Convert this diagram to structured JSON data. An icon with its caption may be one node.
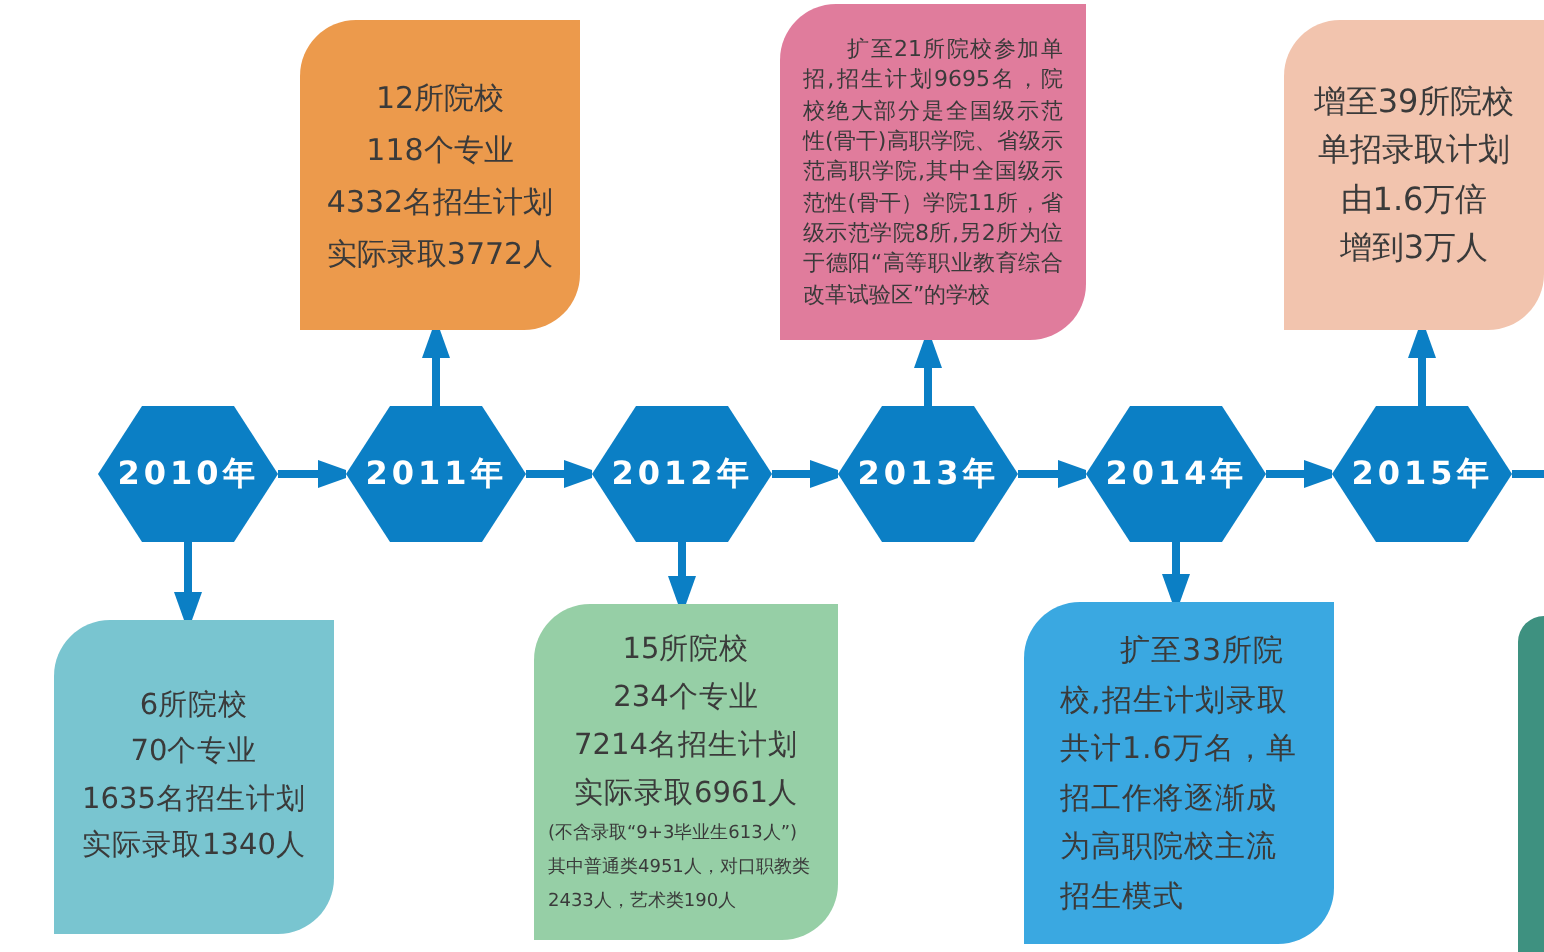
{
  "diagram": {
    "nodes": [
      {
        "text": [
          "2010年"
        ]
      },
      {
        "text": [
          "6所院校",
          "70个专业",
          "1635名招生计划",
          "实际录取1340人"
        ]
      },
      {
        "text": [
          "2011年"
        ]
      },
      {
        "text": [
          "12所院校",
          "118个专业",
          "4332名招生计划",
          "实际录取3772人"
        ]
      },
      {
        "text": [
          "2012年"
        ]
      },
      {
        "text": [
          "15所院校",
          "234个专业",
          "7214名招生计划",
          "实际录取6961人",
          "(不含录取“9+3毕业生613人”)",
          "其中普通类4951人，对口职教类2433人，艺术类190人"
        ]
      },
      {
        "text": [
          "2013年"
        ]
      },
      {
        "text": [
          "扩至21所院校参加单招,招生计划9695名，院校绝大部分是全国级示范性(骨干)高职学院、省级示范高职学院,其中全国级示范性(骨干）学院11所，省级示范学院8所,另2所为位于德阳“高等职业教育综合改革试验区”的学校"
        ]
      },
      {
        "text": [
          "2014年"
        ]
      },
      {
        "text": [
          "扩至33所院校,招生计划录取共计1.6万名，单招工作将逐渐成为高职院校主流招生模式"
        ]
      },
      {
        "text": [
          "2015年"
        ]
      },
      {
        "text": [
          "增至39所院校",
          "单招录取计划",
          "由1.6万倍",
          "增到3万人"
        ]
      },
      {
        "text": [],
        "shape": "box"
      }
    ],
    "edges": [
      {
        "from": 0,
        "to": 1,
        "arrow": "to"
      },
      {
        "from": 0,
        "to": 2,
        "arrow": "to"
      },
      {
        "from": 2,
        "to": 3,
        "arrow": "to"
      },
      {
        "from": 2,
        "to": 4,
        "arrow": "to"
      },
      {
        "from": 4,
        "to": 5,
        "arrow": "to"
      },
      {
        "from": 4,
        "to": 6,
        "arrow": "to"
      },
      {
        "from": 6,
        "to": 7,
        "arrow": "to"
      },
      {
        "from": 6,
        "to": 8,
        "arrow": "to"
      },
      {
        "from": 8,
        "to": 9,
        "arrow": "to"
      },
      {
        "from": 8,
        "to": 10,
        "arrow": "to"
      },
      {
        "from": 10,
        "to": 11,
        "arrow": "to"
      },
      {
        "from": 10,
        "to": null,
        "arrow": "none"
      }
    ]
  }
}
